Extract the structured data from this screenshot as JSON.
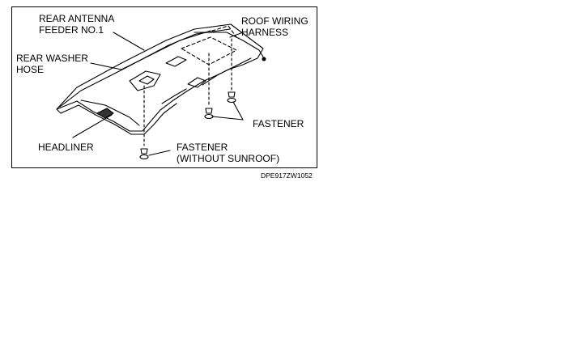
{
  "labels": {
    "rear_antenna_feeder": [
      "REAR ANTENNA",
      "FEEDER NO.1"
    ],
    "roof_wiring_harness": [
      "ROOF WIRING",
      "HARNESS"
    ],
    "rear_washer_hose": [
      "REAR WASHER",
      "HOSE"
    ],
    "headliner": [
      "HEADLINER"
    ],
    "fastener": [
      "FASTENER"
    ],
    "fastener_without_sunroof": [
      "FASTENER",
      "(WITHOUT SUNROOF)"
    ]
  },
  "figure_code": "DPE917ZW1052"
}
